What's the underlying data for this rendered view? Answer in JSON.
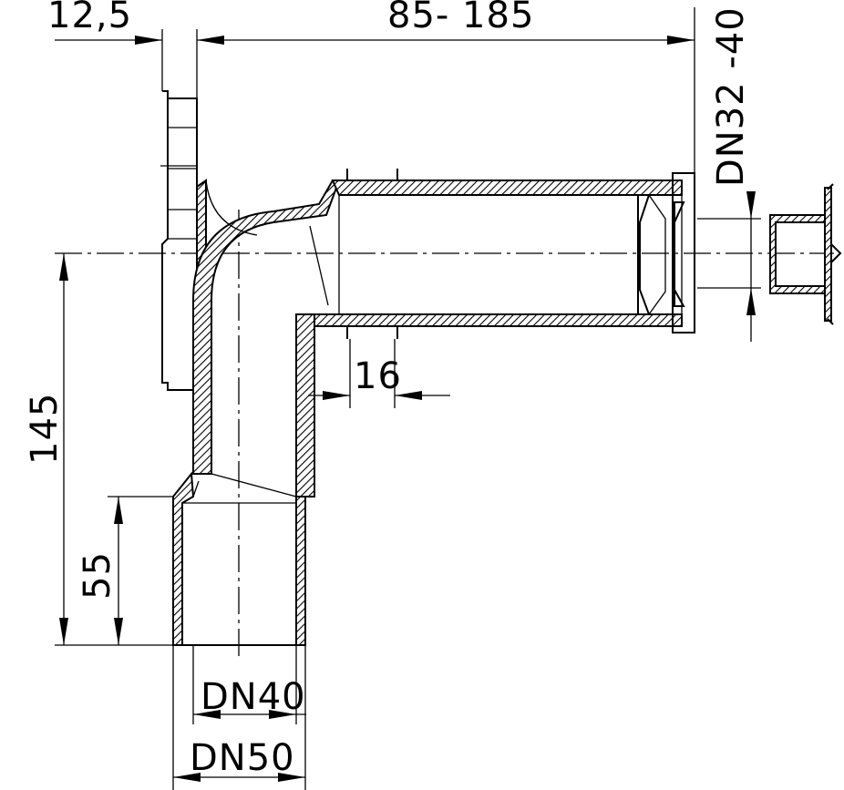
{
  "dimensions": {
    "flange_thickness": "12,5",
    "length_range": "85- 185",
    "outlet_dn": "DN32 -40",
    "height": "145",
    "socket_depth": "55",
    "pipe_offset": "16",
    "inner_dn": "DN40",
    "outer_dn": "DN50"
  }
}
